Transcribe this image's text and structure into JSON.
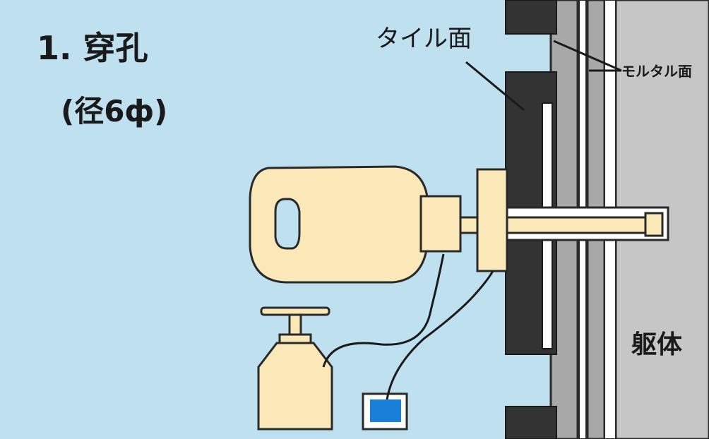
{
  "title": {
    "step": "1. 穿孔",
    "diameter": "(径6ф)"
  },
  "labels": {
    "tile_surface": "タイル面",
    "mortar_surface": "モルタル面",
    "body": "躯体"
  },
  "colors": {
    "background": "#bfe0ef",
    "tile": "#333333",
    "mortar": "#a8a8a8",
    "concrete": "#c6c6c6",
    "drill": "#fbe8b8",
    "outline": "#2a2a2a",
    "dust_box": "#1a7fd6"
  }
}
